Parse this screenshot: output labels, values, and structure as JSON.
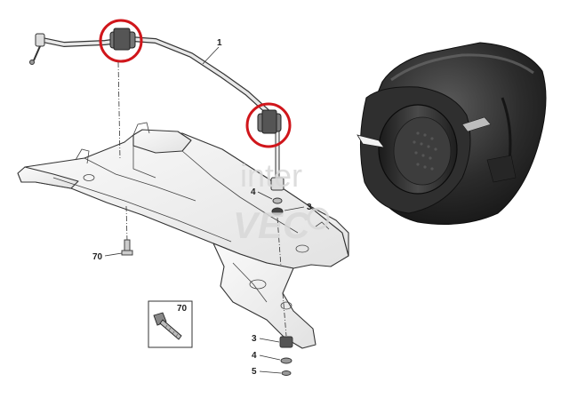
{
  "diagram": {
    "callouts": {
      "bar": "1",
      "nut_upper": "3",
      "washer_upper": "4",
      "bolt": "70",
      "nut_lower": "3",
      "washer_lower": "4",
      "washer_bottom": "5",
      "inset_bolt": "70"
    },
    "watermark": {
      "line1": "inter",
      "line2": "VEC"
    },
    "colors": {
      "highlight_circle": "#d0161b",
      "line_art": "#333333",
      "rubber": "#2b2b2b"
    }
  }
}
